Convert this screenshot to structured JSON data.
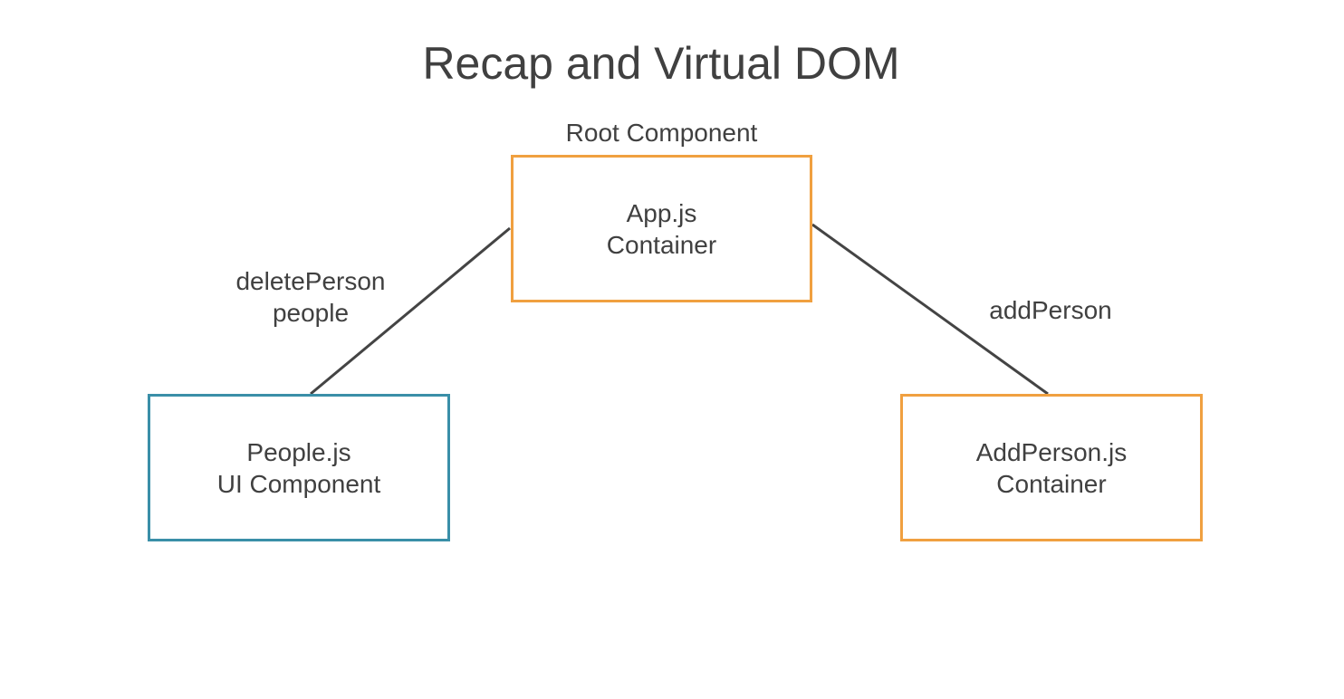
{
  "title": "Recap and Virtual DOM",
  "root_label": "Root Component",
  "nodes": {
    "app": {
      "line1": "App.js",
      "line2": "Container"
    },
    "people": {
      "line1": "People.js",
      "line2": "UI Component"
    },
    "add_person": {
      "line1": "AddPerson.js",
      "line2": "Container"
    }
  },
  "edges": {
    "app_to_people": {
      "line1": "deletePerson",
      "line2": "people"
    },
    "app_to_add_person": {
      "line1": "addPerson"
    }
  },
  "colors": {
    "container_border": "#f0a040",
    "ui_component_border": "#3a8fa8",
    "connector": "#444444",
    "text": "#404040"
  }
}
